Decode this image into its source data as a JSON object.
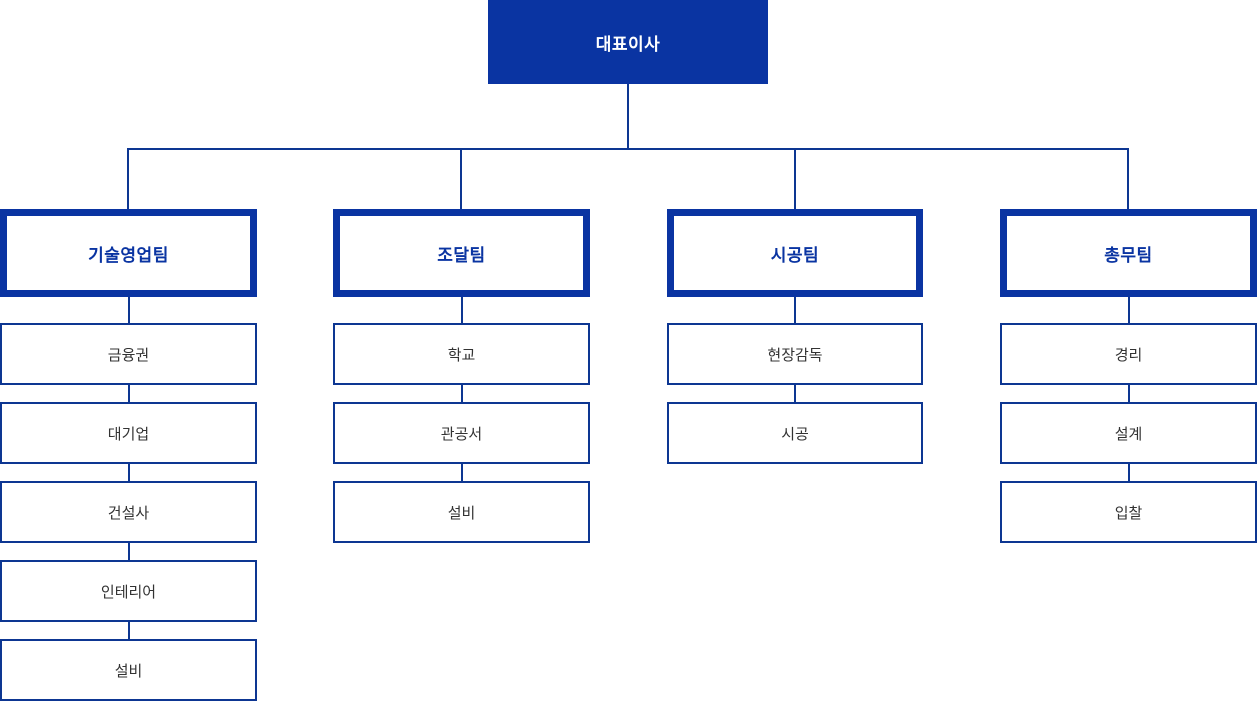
{
  "chart": {
    "type": "org-chart",
    "root": {
      "label": "대표이사"
    },
    "teams": [
      {
        "label": "기술영업팀",
        "members": [
          "금융권",
          "대기업",
          "건설사",
          "인테리어",
          "설비"
        ]
      },
      {
        "label": "조달팀",
        "members": [
          "학교",
          "관공서",
          "설비"
        ]
      },
      {
        "label": "시공팀",
        "members": [
          "현장감독",
          "시공"
        ]
      },
      {
        "label": "총무팀",
        "members": [
          "경리",
          "설계",
          "입찰"
        ]
      }
    ]
  },
  "colors": {
    "accent_blue": "#0a34a2",
    "line_blue": "#0d3692",
    "member_text": "#333333",
    "box_background": "#ffffff",
    "root_text": "#ffffff"
  }
}
